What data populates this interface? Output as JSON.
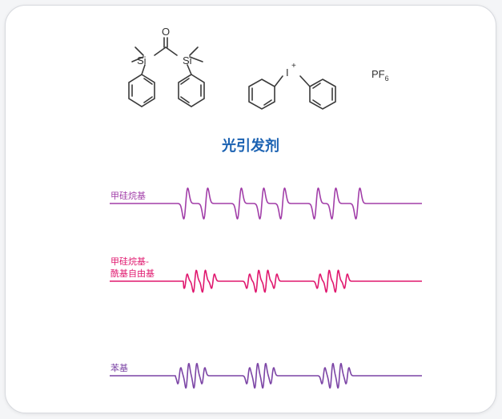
{
  "molecules": {
    "silyl_atom": "Si",
    "carbonyl_atom": "O",
    "iodonium_atom": "I",
    "iodonium_charge": "+",
    "counterion_main": "PF",
    "counterion_subscript": "6"
  },
  "caption": "光引发剂",
  "traces": [
    {
      "label_lines": [
        "甲硅烷基"
      ],
      "color": "#a23fa9"
    },
    {
      "label_lines": [
        "甲硅烷基-",
        "酰基自由基"
      ],
      "color": "#e0186f"
    },
    {
      "label_lines": [
        "苯基"
      ],
      "color": "#7b44a5"
    }
  ],
  "colors": {
    "caption": "#1b62b2",
    "structure": "#3a3a3a",
    "card_border": "#d7d9de"
  }
}
